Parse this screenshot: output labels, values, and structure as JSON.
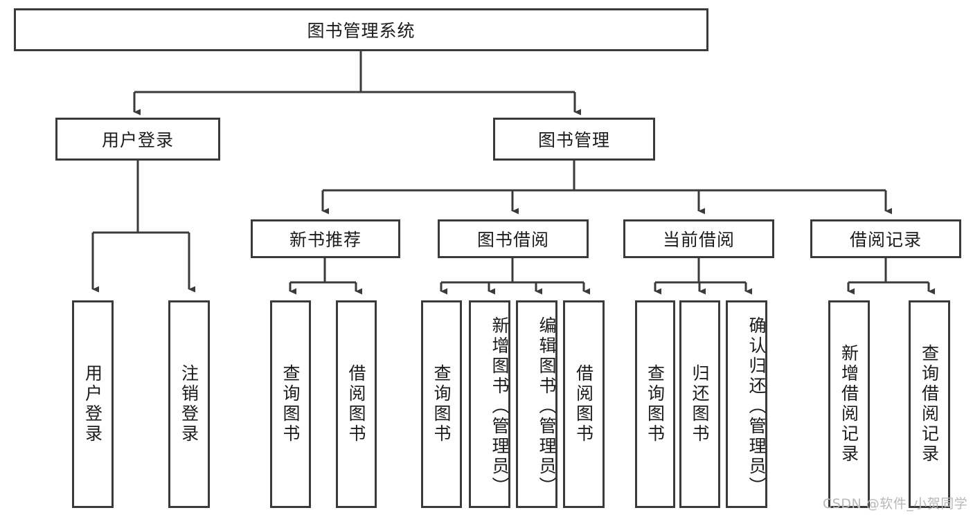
{
  "diagram": {
    "type": "tree-hierarchy",
    "title": "图书管理系统",
    "watermark": "CSDN @软件_小贺同学",
    "colors": {
      "stroke": "#3a3a3a",
      "fill": "#ffffff",
      "text": "#1b1b1b",
      "watermark": "#b8b8b8"
    },
    "levels": {
      "level1": [
        "图书管理系统"
      ],
      "level2": [
        "用户登录",
        "图书管理"
      ],
      "level3": [
        "新书推荐",
        "图书借阅",
        "当前借阅",
        "借阅记录"
      ],
      "level4": [
        "用户登录",
        "注销登录",
        "查询图书",
        "借阅图书",
        "查询图书",
        "新增图书（管理员）",
        "编辑图书（管理员）",
        "借阅图书",
        "查询图书",
        "归还图书",
        "确认归还（管理员）",
        "新增借阅记录",
        "查询借阅记录"
      ]
    },
    "nodes": {
      "root": {
        "label": "图书管理系统"
      },
      "user_login": {
        "label": "用户登录"
      },
      "book_manage": {
        "label": "图书管理"
      },
      "new_book_rec": {
        "label": "新书推荐"
      },
      "book_borrow": {
        "label": "图书借阅"
      },
      "current_borrow": {
        "label": "当前借阅"
      },
      "borrow_record": {
        "label": "借阅记录"
      },
      "leaf_user_login": {
        "label": "用户登录"
      },
      "leaf_logout": {
        "label": "注销登录"
      },
      "leaf_query_book_1": {
        "label": "查询图书"
      },
      "leaf_borrow_book_1": {
        "label": "借阅图书"
      },
      "leaf_query_book_2": {
        "label": "查询图书"
      },
      "leaf_add_book": {
        "label": "新增图书（管理员）"
      },
      "leaf_edit_book": {
        "label": "编辑图书（管理员）"
      },
      "leaf_borrow_book_2": {
        "label": "借阅图书"
      },
      "leaf_query_book_3": {
        "label": "查询图书"
      },
      "leaf_return_book": {
        "label": "归还图书"
      },
      "leaf_confirm_return": {
        "label": "确认归还（管理员）"
      },
      "leaf_add_record": {
        "label": "新增借阅记录"
      },
      "leaf_query_record": {
        "label": "查询借阅记录"
      }
    },
    "edges": [
      {
        "from": "root",
        "to": "user_login"
      },
      {
        "from": "root",
        "to": "book_manage"
      },
      {
        "from": "user_login",
        "to": "leaf_user_login"
      },
      {
        "from": "user_login",
        "to": "leaf_logout"
      },
      {
        "from": "book_manage",
        "to": "new_book_rec"
      },
      {
        "from": "book_manage",
        "to": "book_borrow"
      },
      {
        "from": "book_manage",
        "to": "current_borrow"
      },
      {
        "from": "book_manage",
        "to": "borrow_record"
      },
      {
        "from": "new_book_rec",
        "to": "leaf_query_book_1"
      },
      {
        "from": "new_book_rec",
        "to": "leaf_borrow_book_1"
      },
      {
        "from": "book_borrow",
        "to": "leaf_query_book_2"
      },
      {
        "from": "book_borrow",
        "to": "leaf_add_book"
      },
      {
        "from": "book_borrow",
        "to": "leaf_edit_book"
      },
      {
        "from": "book_borrow",
        "to": "leaf_borrow_book_2"
      },
      {
        "from": "current_borrow",
        "to": "leaf_query_book_3"
      },
      {
        "from": "current_borrow",
        "to": "leaf_return_book"
      },
      {
        "from": "current_borrow",
        "to": "leaf_confirm_return"
      },
      {
        "from": "borrow_record",
        "to": "leaf_add_record"
      },
      {
        "from": "borrow_record",
        "to": "leaf_query_record"
      }
    ]
  }
}
